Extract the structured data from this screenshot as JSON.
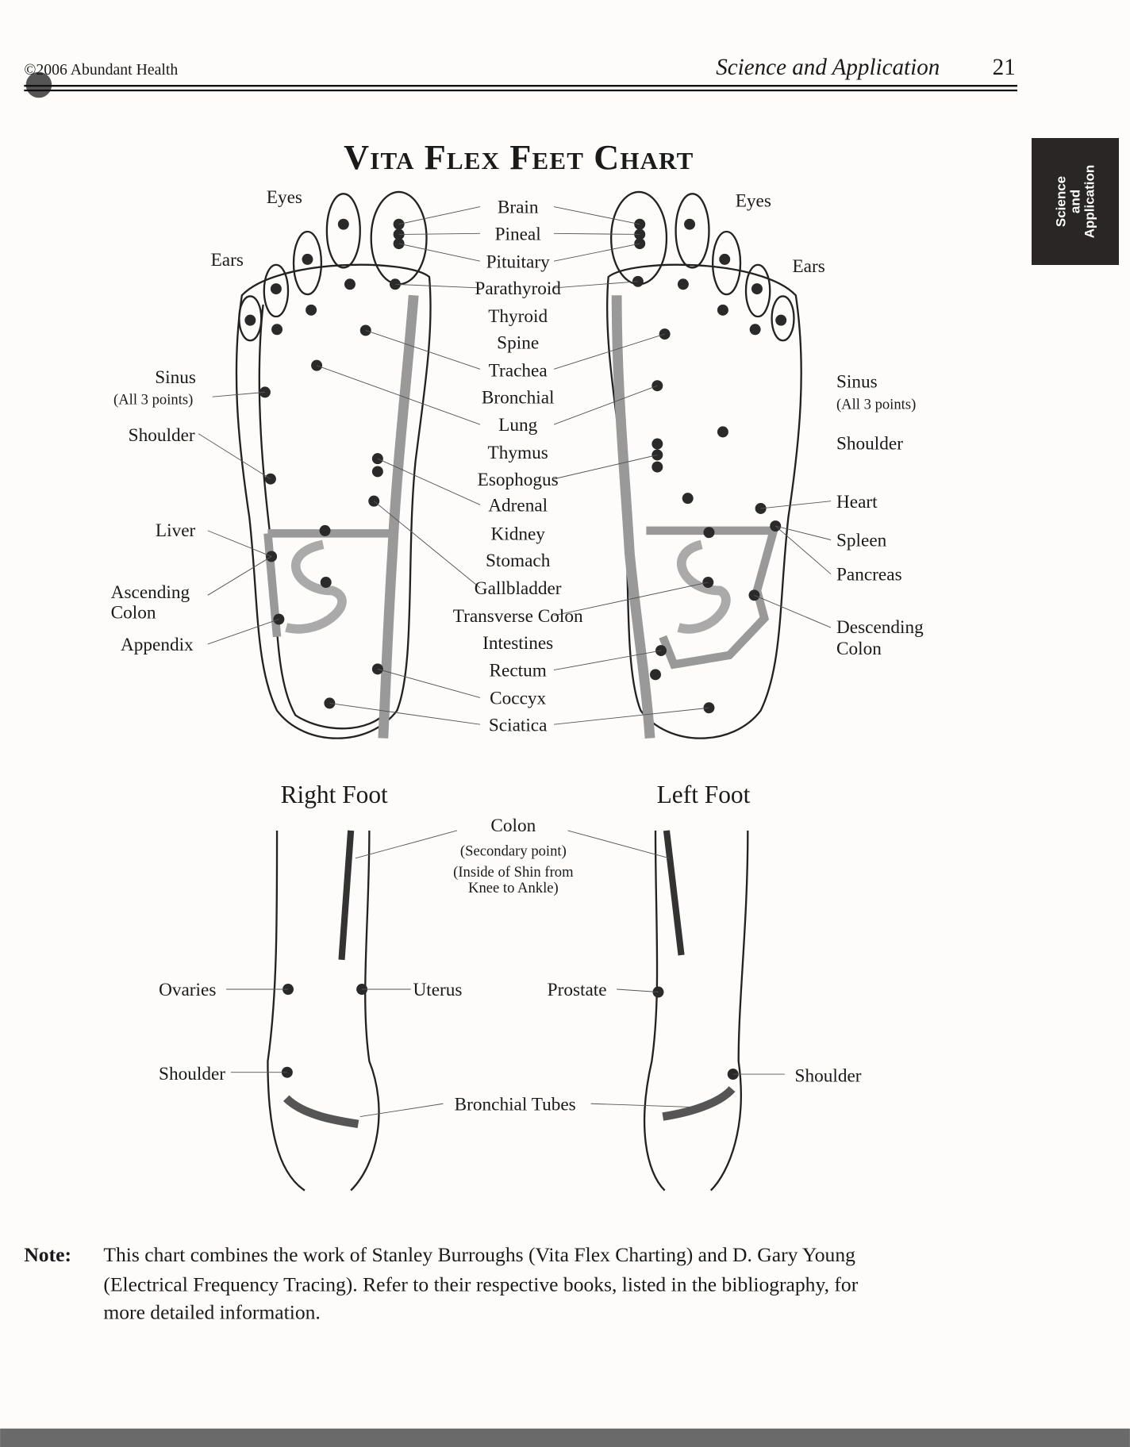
{
  "header": {
    "copyright": "©2006 Abundant Health",
    "section": "Science and Application",
    "page_number": "21"
  },
  "side_tab": "Science\nand\nApplication",
  "title": "Vita Flex Feet Chart",
  "center_labels": [
    "Brain",
    "Pineal",
    "Pituitary",
    "Parathyroid",
    "Thyroid",
    "Spine",
    "Trachea",
    "Bronchial",
    "Lung",
    "Thymus",
    "Esophogus",
    "Adrenal",
    "Kidney",
    "Stomach",
    "Gallbladder",
    "Transverse Colon",
    "Intestines",
    "Rectum",
    "Coccyx",
    "Sciatica"
  ],
  "right_foot_labels": {
    "eyes": "Eyes",
    "ears": "Ears",
    "sinus": "Sinus",
    "sinus_note": "(All 3 points)",
    "shoulder": "Shoulder",
    "liver": "Liver",
    "ascending_colon_1": "Ascending",
    "ascending_colon_2": "Colon",
    "appendix": "Appendix"
  },
  "left_foot_labels": {
    "eyes": "Eyes",
    "ears": "Ears",
    "sinus": "Sinus",
    "sinus_note": "(All 3 points)",
    "shoulder": "Shoulder",
    "heart": "Heart",
    "spleen": "Spleen",
    "pancreas": "Pancreas",
    "descending_colon_1": "Descending",
    "descending_colon_2": "Colon"
  },
  "foot_titles": {
    "right": "Right Foot",
    "left": "Left Foot"
  },
  "leg_labels": {
    "colon": "Colon",
    "colon_note_1": "(Secondary point)",
    "colon_note_2": "(Inside of Shin from",
    "colon_note_3": "Knee to Ankle)",
    "ovaries": "Ovaries",
    "uterus": "Uterus",
    "prostate": "Prostate",
    "shoulder_right": "Shoulder",
    "shoulder_left": "Shoulder",
    "bronchial_tubes": "Bronchial Tubes"
  },
  "note": {
    "label": "Note:",
    "line1": "This chart combines the work of Stanley Burroughs (Vita Flex Charting) and D. Gary Young",
    "line2": "(Electrical Frequency Tracing). Refer to their respective books, listed in the bibliography, for",
    "line3": "more detailed information."
  }
}
